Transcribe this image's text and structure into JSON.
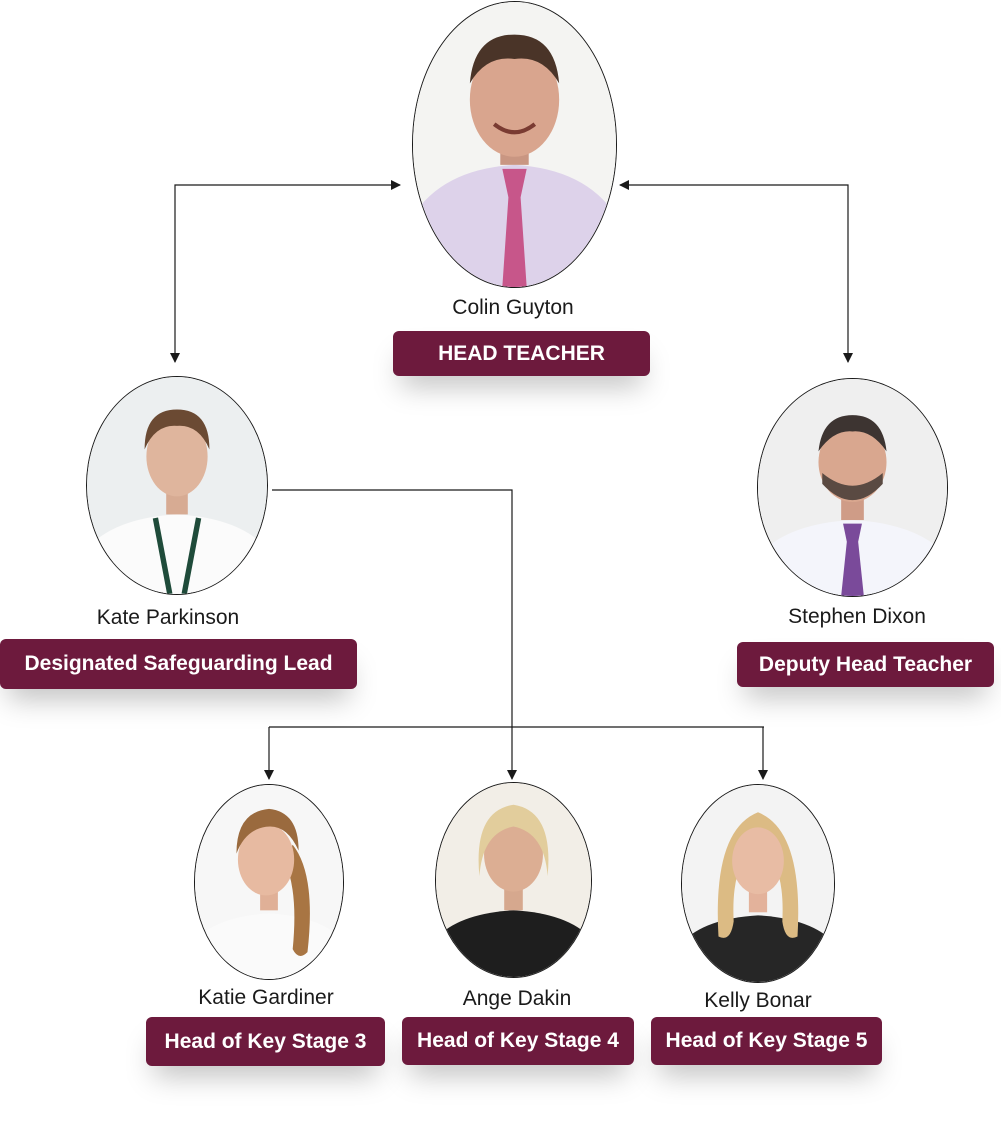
{
  "people": [
    {
      "id": "colin",
      "name": "Colin Guyton",
      "role": "HEAD TEACHER"
    },
    {
      "id": "kate",
      "name": "Kate Parkinson",
      "role": "Designated Safeguarding Lead"
    },
    {
      "id": "stephen",
      "name": "Stephen Dixon",
      "role": "Deputy Head Teacher"
    },
    {
      "id": "katie",
      "name": "Katie Gardiner",
      "role": "Head of Key Stage 3"
    },
    {
      "id": "ange",
      "name": "Ange Dakin",
      "role": "Head of Key Stage 4"
    },
    {
      "id": "kelly",
      "name": "Kelly Bonar",
      "role": "Head of Key Stage 5"
    }
  ],
  "colors": {
    "role_badge": "#6d1a3d",
    "badge_text": "#ffffff",
    "connector": "#1a1a1a"
  }
}
